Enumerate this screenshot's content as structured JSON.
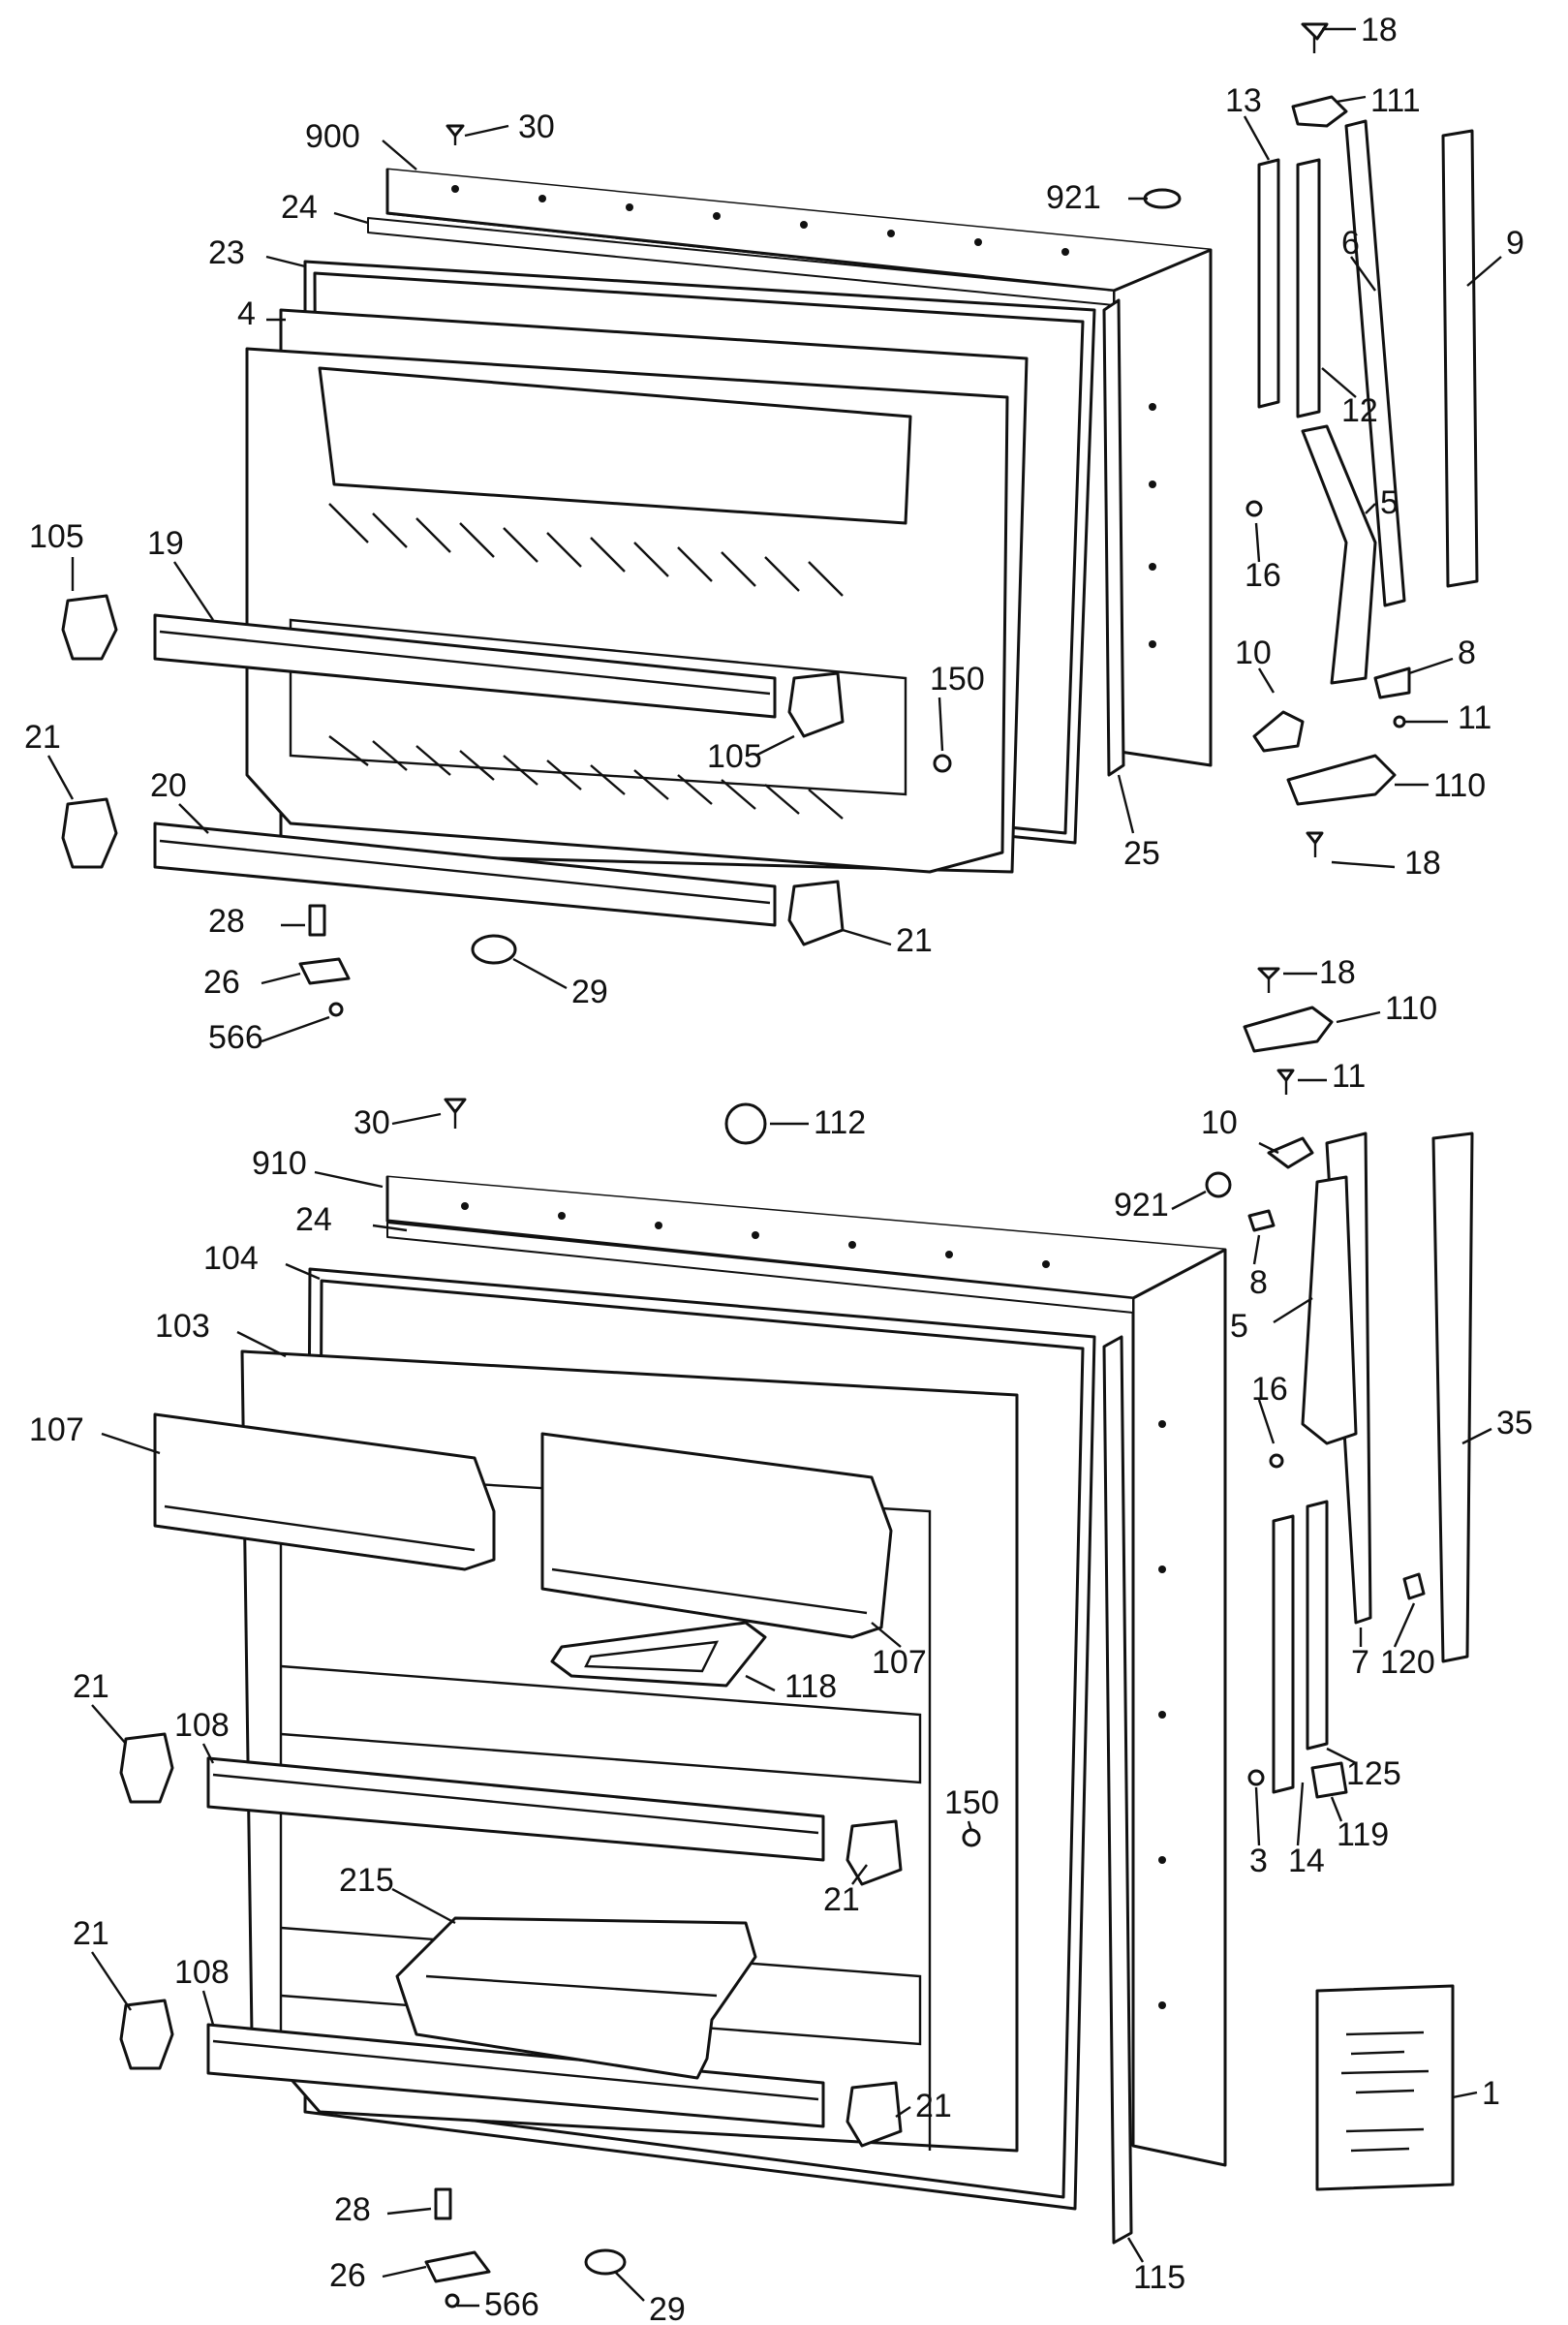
{
  "labels": {
    "upper": [
      "18",
      "111",
      "13",
      "30",
      "900",
      "921",
      "6",
      "9",
      "24",
      "23",
      "12",
      "4",
      "5",
      "105",
      "19",
      "16",
      "10",
      "8",
      "11",
      "150",
      "105",
      "110",
      "21",
      "20",
      "25",
      "18",
      "28",
      "21",
      "26",
      "29",
      "566"
    ],
    "lower": [
      "18",
      "110",
      "11",
      "30",
      "112",
      "910",
      "10",
      "921",
      "24",
      "8",
      "104",
      "5",
      "103",
      "16",
      "35",
      "107",
      "7",
      "120",
      "118",
      "107",
      "21",
      "108",
      "125",
      "150",
      "3",
      "14",
      "119",
      "215",
      "21",
      "21",
      "108",
      "1",
      "21",
      "28",
      "115",
      "26",
      "566",
      "29"
    ]
  }
}
